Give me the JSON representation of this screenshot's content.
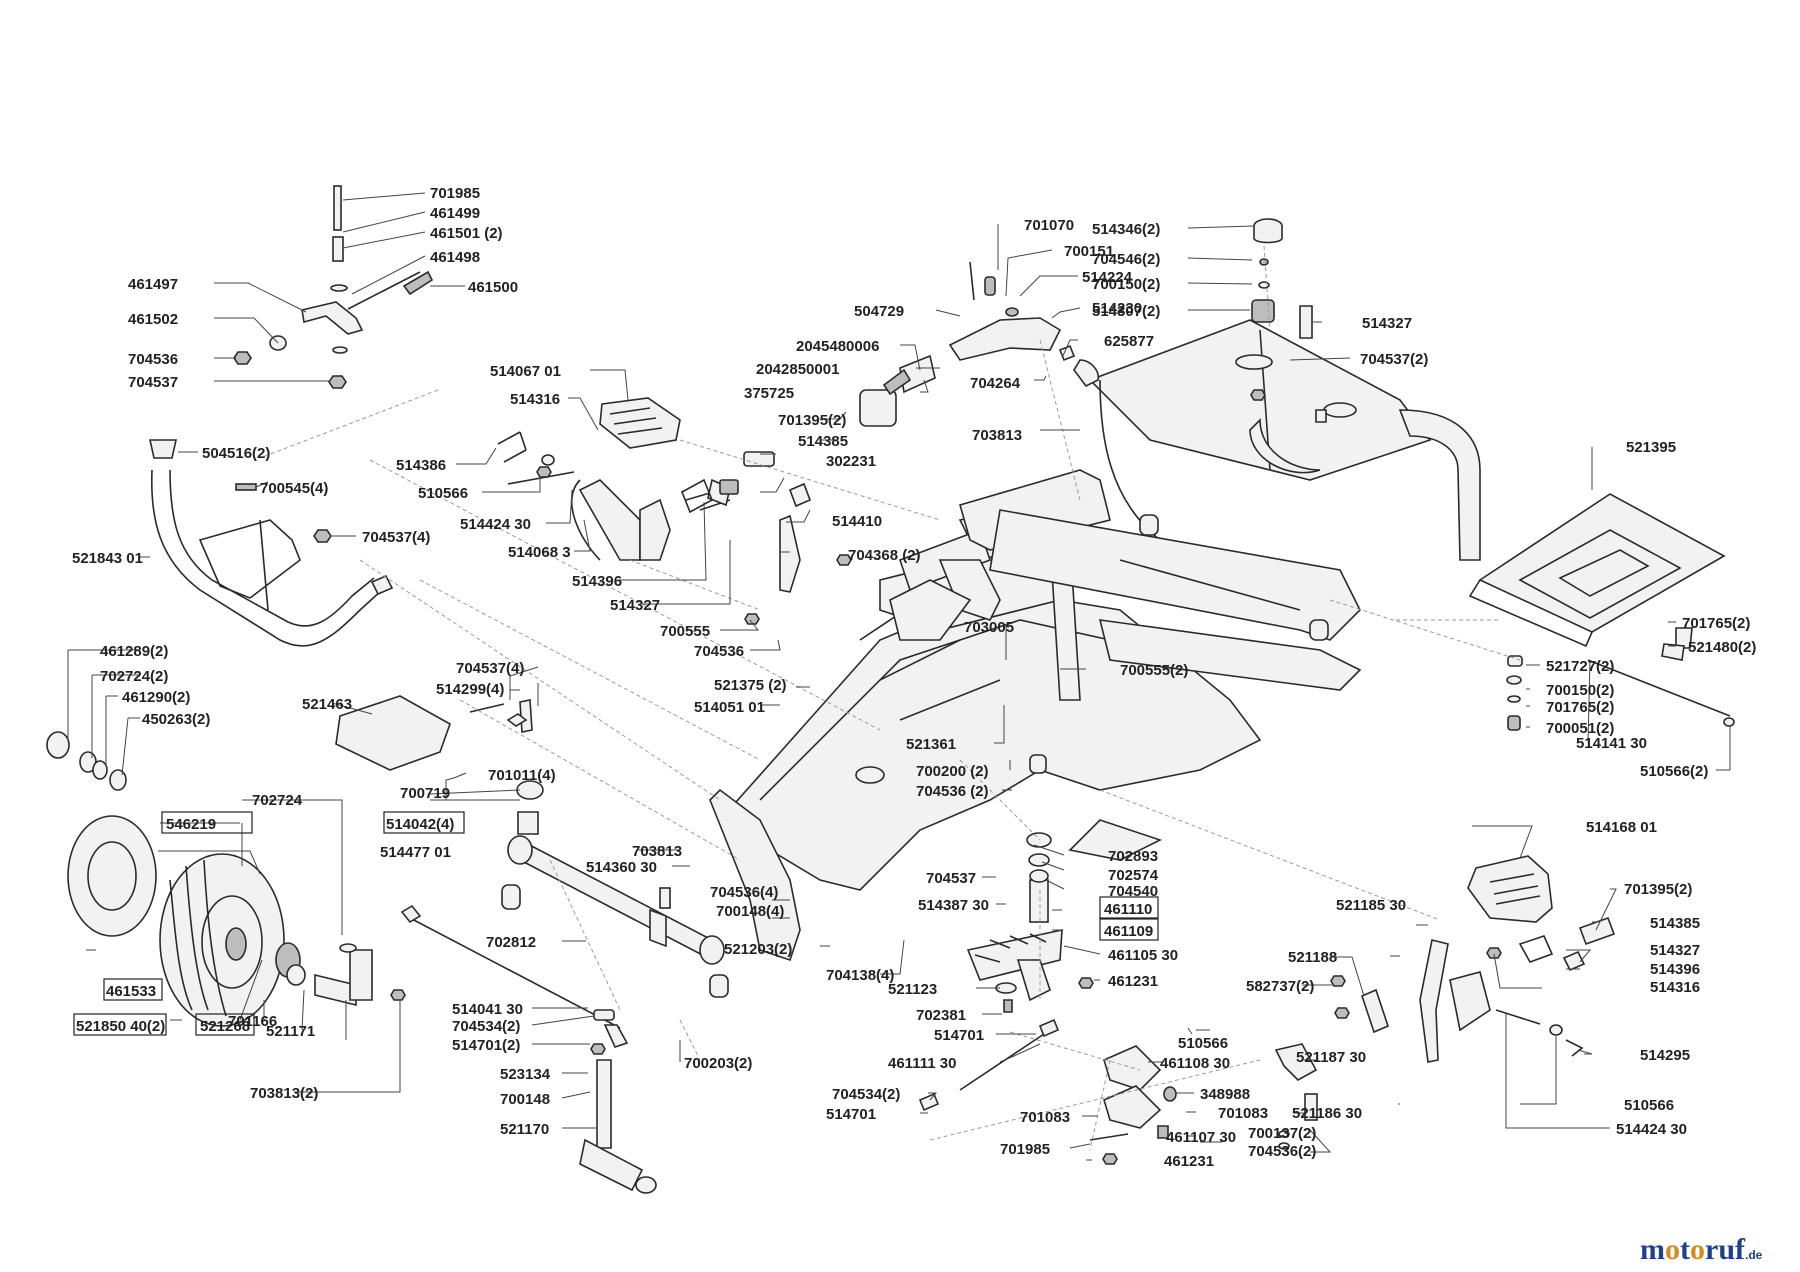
{
  "brand": {
    "text": "motoruf",
    "suffix": ".de",
    "color_a": "#1f3f8f",
    "color_b": "#d98a1c"
  },
  "labels": [
    {
      "id": "l1",
      "text": "701985"
    },
    {
      "id": "l2",
      "text": "461499"
    },
    {
      "id": "l3",
      "text": "461501 (2)"
    },
    {
      "id": "l4",
      "text": "461498"
    },
    {
      "id": "l5",
      "text": "461497"
    },
    {
      "id": "l6",
      "text": "461500"
    },
    {
      "id": "l7",
      "text": "461502"
    },
    {
      "id": "l8",
      "text": "704536"
    },
    {
      "id": "l9",
      "text": "704537"
    },
    {
      "id": "l10",
      "text": "504516(2)"
    },
    {
      "id": "l11",
      "text": "700545(4)"
    },
    {
      "id": "l12",
      "text": "704537(4)"
    },
    {
      "id": "l13",
      "text": "521843 01"
    },
    {
      "id": "l14",
      "text": "461289(2)"
    },
    {
      "id": "l15",
      "text": "702724(2)"
    },
    {
      "id": "l16",
      "text": "461290(2)"
    },
    {
      "id": "l17",
      "text": "450263(2)"
    },
    {
      "id": "l18",
      "text": "521463"
    },
    {
      "id": "l19",
      "text": "704537(4)"
    },
    {
      "id": "l20",
      "text": "514299(4)"
    },
    {
      "id": "l21",
      "text": "701011(4)"
    },
    {
      "id": "l22",
      "text": "700719"
    },
    {
      "id": "l23",
      "text": "702724"
    },
    {
      "id": "l24",
      "text": "546219"
    },
    {
      "id": "l25",
      "text": "514042(4)"
    },
    {
      "id": "l26",
      "text": "514477 01"
    },
    {
      "id": "l27",
      "text": "461533"
    },
    {
      "id": "l28",
      "text": "521850 40(2)"
    },
    {
      "id": "l29",
      "text": "521268"
    },
    {
      "id": "l30",
      "text": "701166"
    },
    {
      "id": "l31",
      "text": "521171"
    },
    {
      "id": "l32",
      "text": "703813(2)"
    },
    {
      "id": "l33",
      "text": "702812"
    },
    {
      "id": "l34",
      "text": "514041 30"
    },
    {
      "id": "l35",
      "text": "704534(2)"
    },
    {
      "id": "l36",
      "text": "514701(2)"
    },
    {
      "id": "l37",
      "text": "523134"
    },
    {
      "id": "l38",
      "text": "700148"
    },
    {
      "id": "l39",
      "text": "521170"
    },
    {
      "id": "l40",
      "text": "700203(2)"
    },
    {
      "id": "l41",
      "text": "514067 01"
    },
    {
      "id": "l42",
      "text": "514316"
    },
    {
      "id": "l43",
      "text": "514386"
    },
    {
      "id": "l44",
      "text": "510566"
    },
    {
      "id": "l45",
      "text": "514424 30"
    },
    {
      "id": "l46",
      "text": "514068 3"
    },
    {
      "id": "l47",
      "text": "514396"
    },
    {
      "id": "l48",
      "text": "514327"
    },
    {
      "id": "l49",
      "text": "700555"
    },
    {
      "id": "l50",
      "text": "704536"
    },
    {
      "id": "l51",
      "text": "504729"
    },
    {
      "id": "l52",
      "text": "2045480006"
    },
    {
      "id": "l53",
      "text": "2042850001"
    },
    {
      "id": "l54",
      "text": "375725"
    },
    {
      "id": "l55",
      "text": "701395(2)"
    },
    {
      "id": "l56",
      "text": "514385"
    },
    {
      "id": "l57",
      "text": "302231"
    },
    {
      "id": "l58",
      "text": "514410"
    },
    {
      "id": "l59",
      "text": "704368 (2)"
    },
    {
      "id": "l60",
      "text": "701070"
    },
    {
      "id": "l61",
      "text": "700151"
    },
    {
      "id": "l62",
      "text": "514224"
    },
    {
      "id": "l63",
      "text": "514230"
    },
    {
      "id": "l64",
      "text": "625877"
    },
    {
      "id": "l65",
      "text": "704264"
    },
    {
      "id": "l66",
      "text": "703813"
    },
    {
      "id": "l67",
      "text": "514346(2)"
    },
    {
      "id": "l68",
      "text": "704546(2)"
    },
    {
      "id": "l69",
      "text": "700150(2)"
    },
    {
      "id": "l70",
      "text": "514307(2)"
    },
    {
      "id": "l71",
      "text": "514327"
    },
    {
      "id": "l72",
      "text": "704537(2)"
    },
    {
      "id": "l73",
      "text": "521395"
    },
    {
      "id": "l74",
      "text": "703005"
    },
    {
      "id": "l75",
      "text": "700555(2)"
    },
    {
      "id": "l76",
      "text": "521375 (2)"
    },
    {
      "id": "l77",
      "text": "514051 01"
    },
    {
      "id": "l78",
      "text": "521361"
    },
    {
      "id": "l79",
      "text": "700200 (2)"
    },
    {
      "id": "l80",
      "text": "704536 (2)"
    },
    {
      "id": "l81",
      "text": "701765(2)"
    },
    {
      "id": "l82",
      "text": "521480(2)"
    },
    {
      "id": "l83",
      "text": "521727(2)"
    },
    {
      "id": "l84",
      "text": "700150(2)"
    },
    {
      "id": "l85",
      "text": "701765(2)"
    },
    {
      "id": "l86",
      "text": "700051(2)"
    },
    {
      "id": "l87",
      "text": "514141 30"
    },
    {
      "id": "l88",
      "text": "510566(2)"
    },
    {
      "id": "l89",
      "text": "703813"
    },
    {
      "id": "l90",
      "text": "514360 30"
    },
    {
      "id": "l91",
      "text": "704536(4)"
    },
    {
      "id": "l92",
      "text": "700148(4)"
    },
    {
      "id": "l93",
      "text": "521203(2)"
    },
    {
      "id": "l94",
      "text": "704138(4)"
    },
    {
      "id": "l95",
      "text": "704537"
    },
    {
      "id": "l96",
      "text": "514387 30"
    },
    {
      "id": "l97",
      "text": "702893"
    },
    {
      "id": "l98",
      "text": "702574"
    },
    {
      "id": "l99",
      "text": "704540"
    },
    {
      "id": "l100",
      "text": "461110"
    },
    {
      "id": "l101",
      "text": "461109"
    },
    {
      "id": "l102",
      "text": "461105 30"
    },
    {
      "id": "l103",
      "text": "461231"
    },
    {
      "id": "l104",
      "text": "521123"
    },
    {
      "id": "l105",
      "text": "702381"
    },
    {
      "id": "l106",
      "text": "514701"
    },
    {
      "id": "l107",
      "text": "461111 30"
    },
    {
      "id": "l108",
      "text": "704534(2)"
    },
    {
      "id": "l109",
      "text": "514701"
    },
    {
      "id": "l110",
      "text": "701083"
    },
    {
      "id": "l111",
      "text": "701985"
    },
    {
      "id": "l112",
      "text": "461108 30"
    },
    {
      "id": "l113",
      "text": "348988"
    },
    {
      "id": "l114",
      "text": "701083"
    },
    {
      "id": "l115",
      "text": "461107 30"
    },
    {
      "id": "l116",
      "text": "461231"
    },
    {
      "id": "l117",
      "text": "514168 01"
    },
    {
      "id": "l118",
      "text": "701395(2)"
    },
    {
      "id": "l119",
      "text": "514385"
    },
    {
      "id": "l120",
      "text": "521185 30"
    },
    {
      "id": "l121",
      "text": "514327"
    },
    {
      "id": "l122",
      "text": "514396"
    },
    {
      "id": "l123",
      "text": "514316"
    },
    {
      "id": "l124",
      "text": "521188"
    },
    {
      "id": "l125",
      "text": "582737(2)"
    },
    {
      "id": "l126",
      "text": "510566"
    },
    {
      "id": "l127",
      "text": "521187 30"
    },
    {
      "id": "l128",
      "text": "514295"
    },
    {
      "id": "l129",
      "text": "521186 30"
    },
    {
      "id": "l130",
      "text": "510566"
    },
    {
      "id": "l131",
      "text": "700137(2)"
    },
    {
      "id": "l132",
      "text": "704536(2)"
    },
    {
      "id": "l133",
      "text": "514424 30"
    }
  ]
}
